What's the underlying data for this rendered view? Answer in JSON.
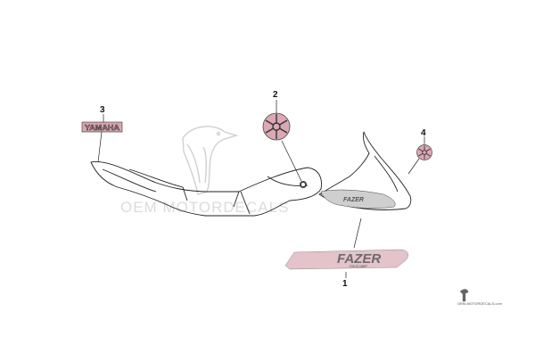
{
  "diagram": {
    "callouts": [
      "1",
      "2",
      "3",
      "4"
    ],
    "decal_text": {
      "yamaha_badge": "YAMAHA",
      "fazer_word": "FAZER",
      "fazer_sub": "FZ6 S2 NBEP"
    },
    "watermark": "OEM MOTORDECALS",
    "footer": "OEM-MOTORDECALS.com",
    "colors": {
      "line": "#222222",
      "decal_pink": "#d6a3ae",
      "decal_dark": "#555555",
      "watermark": "#dcdcdc"
    },
    "icons": [
      "tuning-fork-emblem-icon",
      "bird-watermark-icon",
      "oem-logo-icon"
    ]
  }
}
